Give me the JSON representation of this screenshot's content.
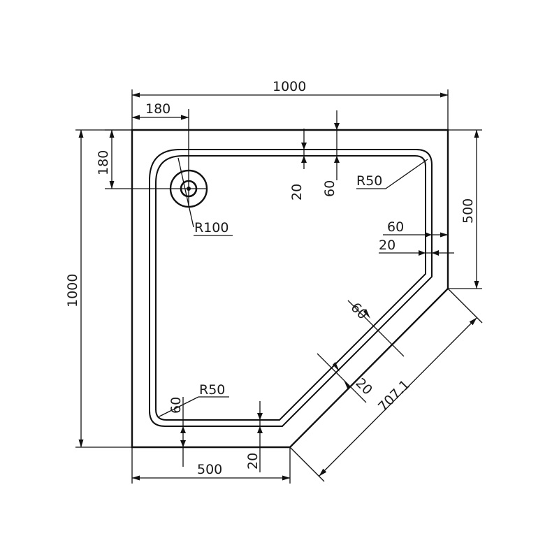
{
  "labels": {
    "width_top": "1000",
    "height_left": "1000",
    "drain_offset_x": "180",
    "drain_offset_y": "180",
    "drain_radius": "R100",
    "inner_radius_top_right": "R50",
    "inner_radius_bottom_left": "R50",
    "top_rim_outer": "60",
    "top_rim_inner": "20",
    "right_rim_outer": "60",
    "right_rim_inner": "20",
    "right_side": "500",
    "bottom_side": "500",
    "bottom_rim_outer": "60",
    "bottom_rim_inner": "20",
    "diag_rim_outer": "60",
    "diag_rim_inner": "20",
    "diagonal": "707.1"
  },
  "colors": {
    "ink": "#111111",
    "background": "#ffffff"
  }
}
